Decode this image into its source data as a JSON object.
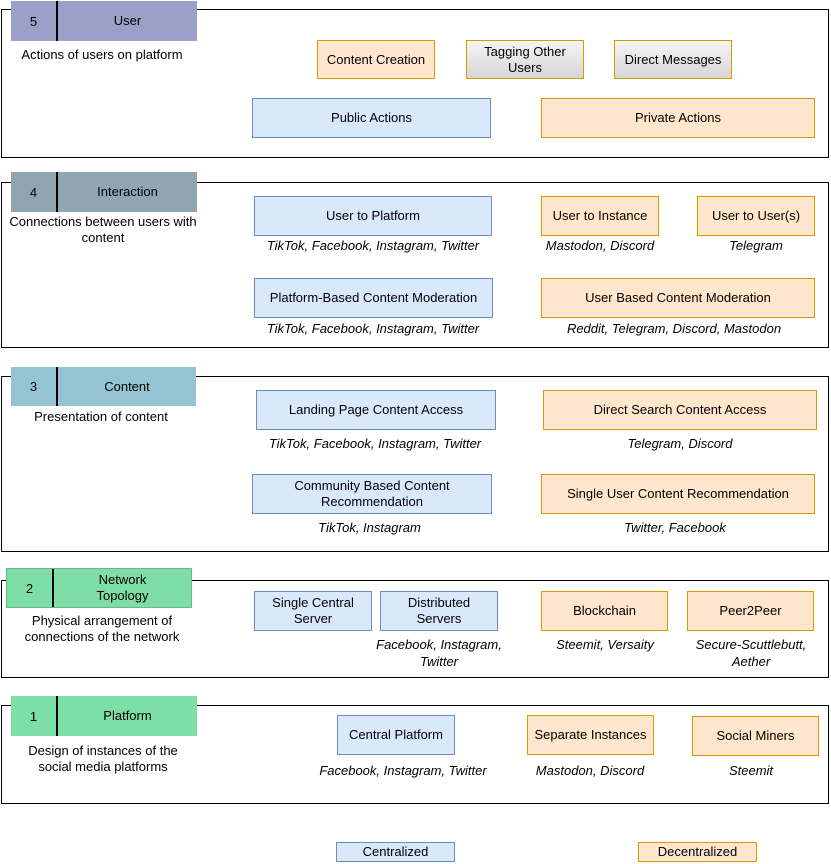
{
  "layers": [
    {
      "num": "5",
      "name": "User",
      "description": "Actions of users on platform",
      "color": "#9aa0c8"
    },
    {
      "num": "4",
      "name": "Interaction",
      "description": "Connections between users with content",
      "color": "#8fa6b0"
    },
    {
      "num": "3",
      "name": "Content",
      "description": "Presentation of content",
      "color": "#94c4d4"
    },
    {
      "num": "2",
      "name": "Network Topology",
      "description": "Physical arrangement of connections of the network",
      "color": "#7ddfa6"
    },
    {
      "num": "1",
      "name": "Platform",
      "description": "Design of instances of the social media platforms",
      "color": "#7ddfa6"
    }
  ],
  "user": {
    "content_creation": "Content Creation",
    "tagging": "Tagging Other Users",
    "direct_messages": "Direct Messages",
    "public_actions": "Public Actions",
    "private_actions": "Private Actions"
  },
  "interaction": {
    "user_to_platform": "User to Platform",
    "user_to_platform_ex": "TikTok, Facebook, Instagram, Twitter",
    "user_to_instance": "User to Instance",
    "user_to_instance_ex": "Mastodon, Discord",
    "user_to_users": "User to User(s)",
    "user_to_users_ex": "Telegram",
    "platform_moderation": "Platform-Based Content Moderation",
    "platform_moderation_ex": "TikTok, Facebook, Instagram, Twitter",
    "user_moderation": "User Based Content Moderation",
    "user_moderation_ex": "Reddit, Telegram, Discord, Mastodon"
  },
  "content": {
    "landing_page": "Landing Page Content Access",
    "landing_page_ex": "TikTok, Facebook, Instagram, Twitter",
    "direct_search": "Direct Search Content Access",
    "direct_search_ex": "Telegram, Discord",
    "community_rec": "Community Based Content Recommendation",
    "community_rec_ex": "TikTok, Instagram",
    "single_user_rec": "Single User Content Recommendation",
    "single_user_rec_ex": "Twitter, Facebook"
  },
  "network": {
    "single_central": "Single Central Server",
    "distributed": "Distributed Servers",
    "servers_ex": "Facebook, Instagram, Twitter",
    "blockchain": "Blockchain",
    "blockchain_ex": "Steemit, Versaity",
    "p2p": "Peer2Peer",
    "p2p_ex": "Secure-Scuttlebutt, Aether"
  },
  "platform": {
    "central": "Central Platform",
    "central_ex": "Facebook, Instagram, Twitter",
    "separate": "Separate Instances",
    "separate_ex": "Mastodon, Discord",
    "miners": "Social Miners",
    "miners_ex": "Steemit"
  },
  "legend": {
    "centralized": "Centralized",
    "decentralized": "Decentralized"
  },
  "colors": {
    "centralized_fill": "#dae8fc",
    "centralized_border": "#6c8ebf",
    "decentralized_fill": "#ffe6cc",
    "decentralized_border": "#d79b00"
  }
}
